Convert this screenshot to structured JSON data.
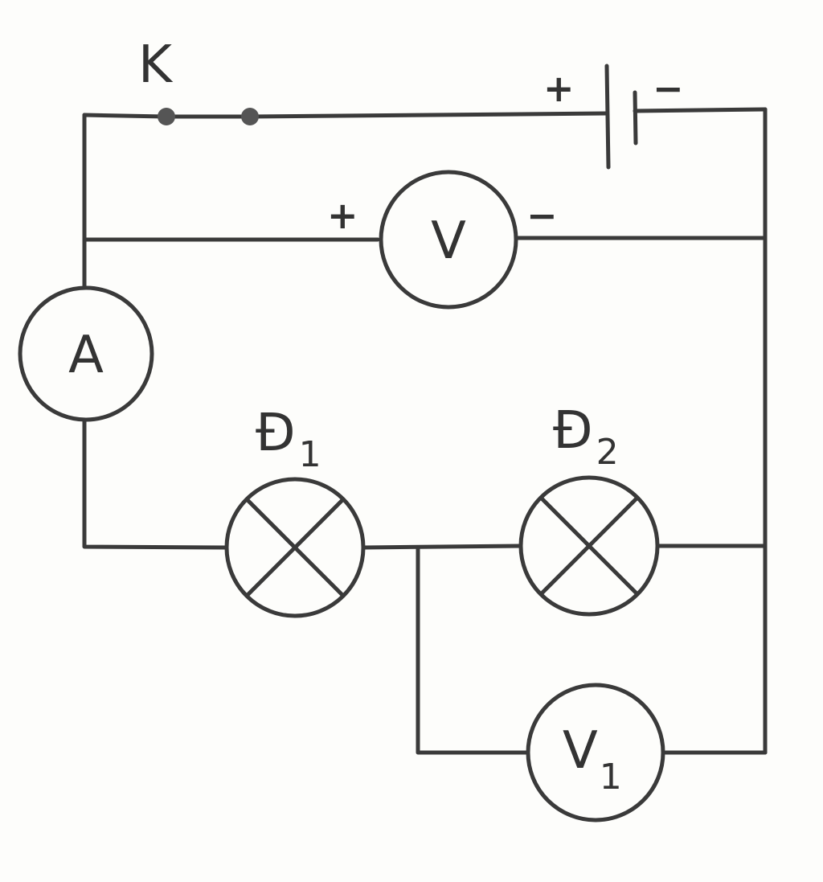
{
  "labels": {
    "switch": "K",
    "battery_plus": "+",
    "battery_minus": "−",
    "voltmeter": "V",
    "voltmeter_plus": "+",
    "voltmeter_minus": "−",
    "ammeter": "A",
    "lamp1_main": "Đ",
    "lamp1_sub": "1",
    "lamp2_main": "Đ",
    "lamp2_sub": "2",
    "voltmeter1_main": "V",
    "voltmeter1_sub": "1"
  }
}
